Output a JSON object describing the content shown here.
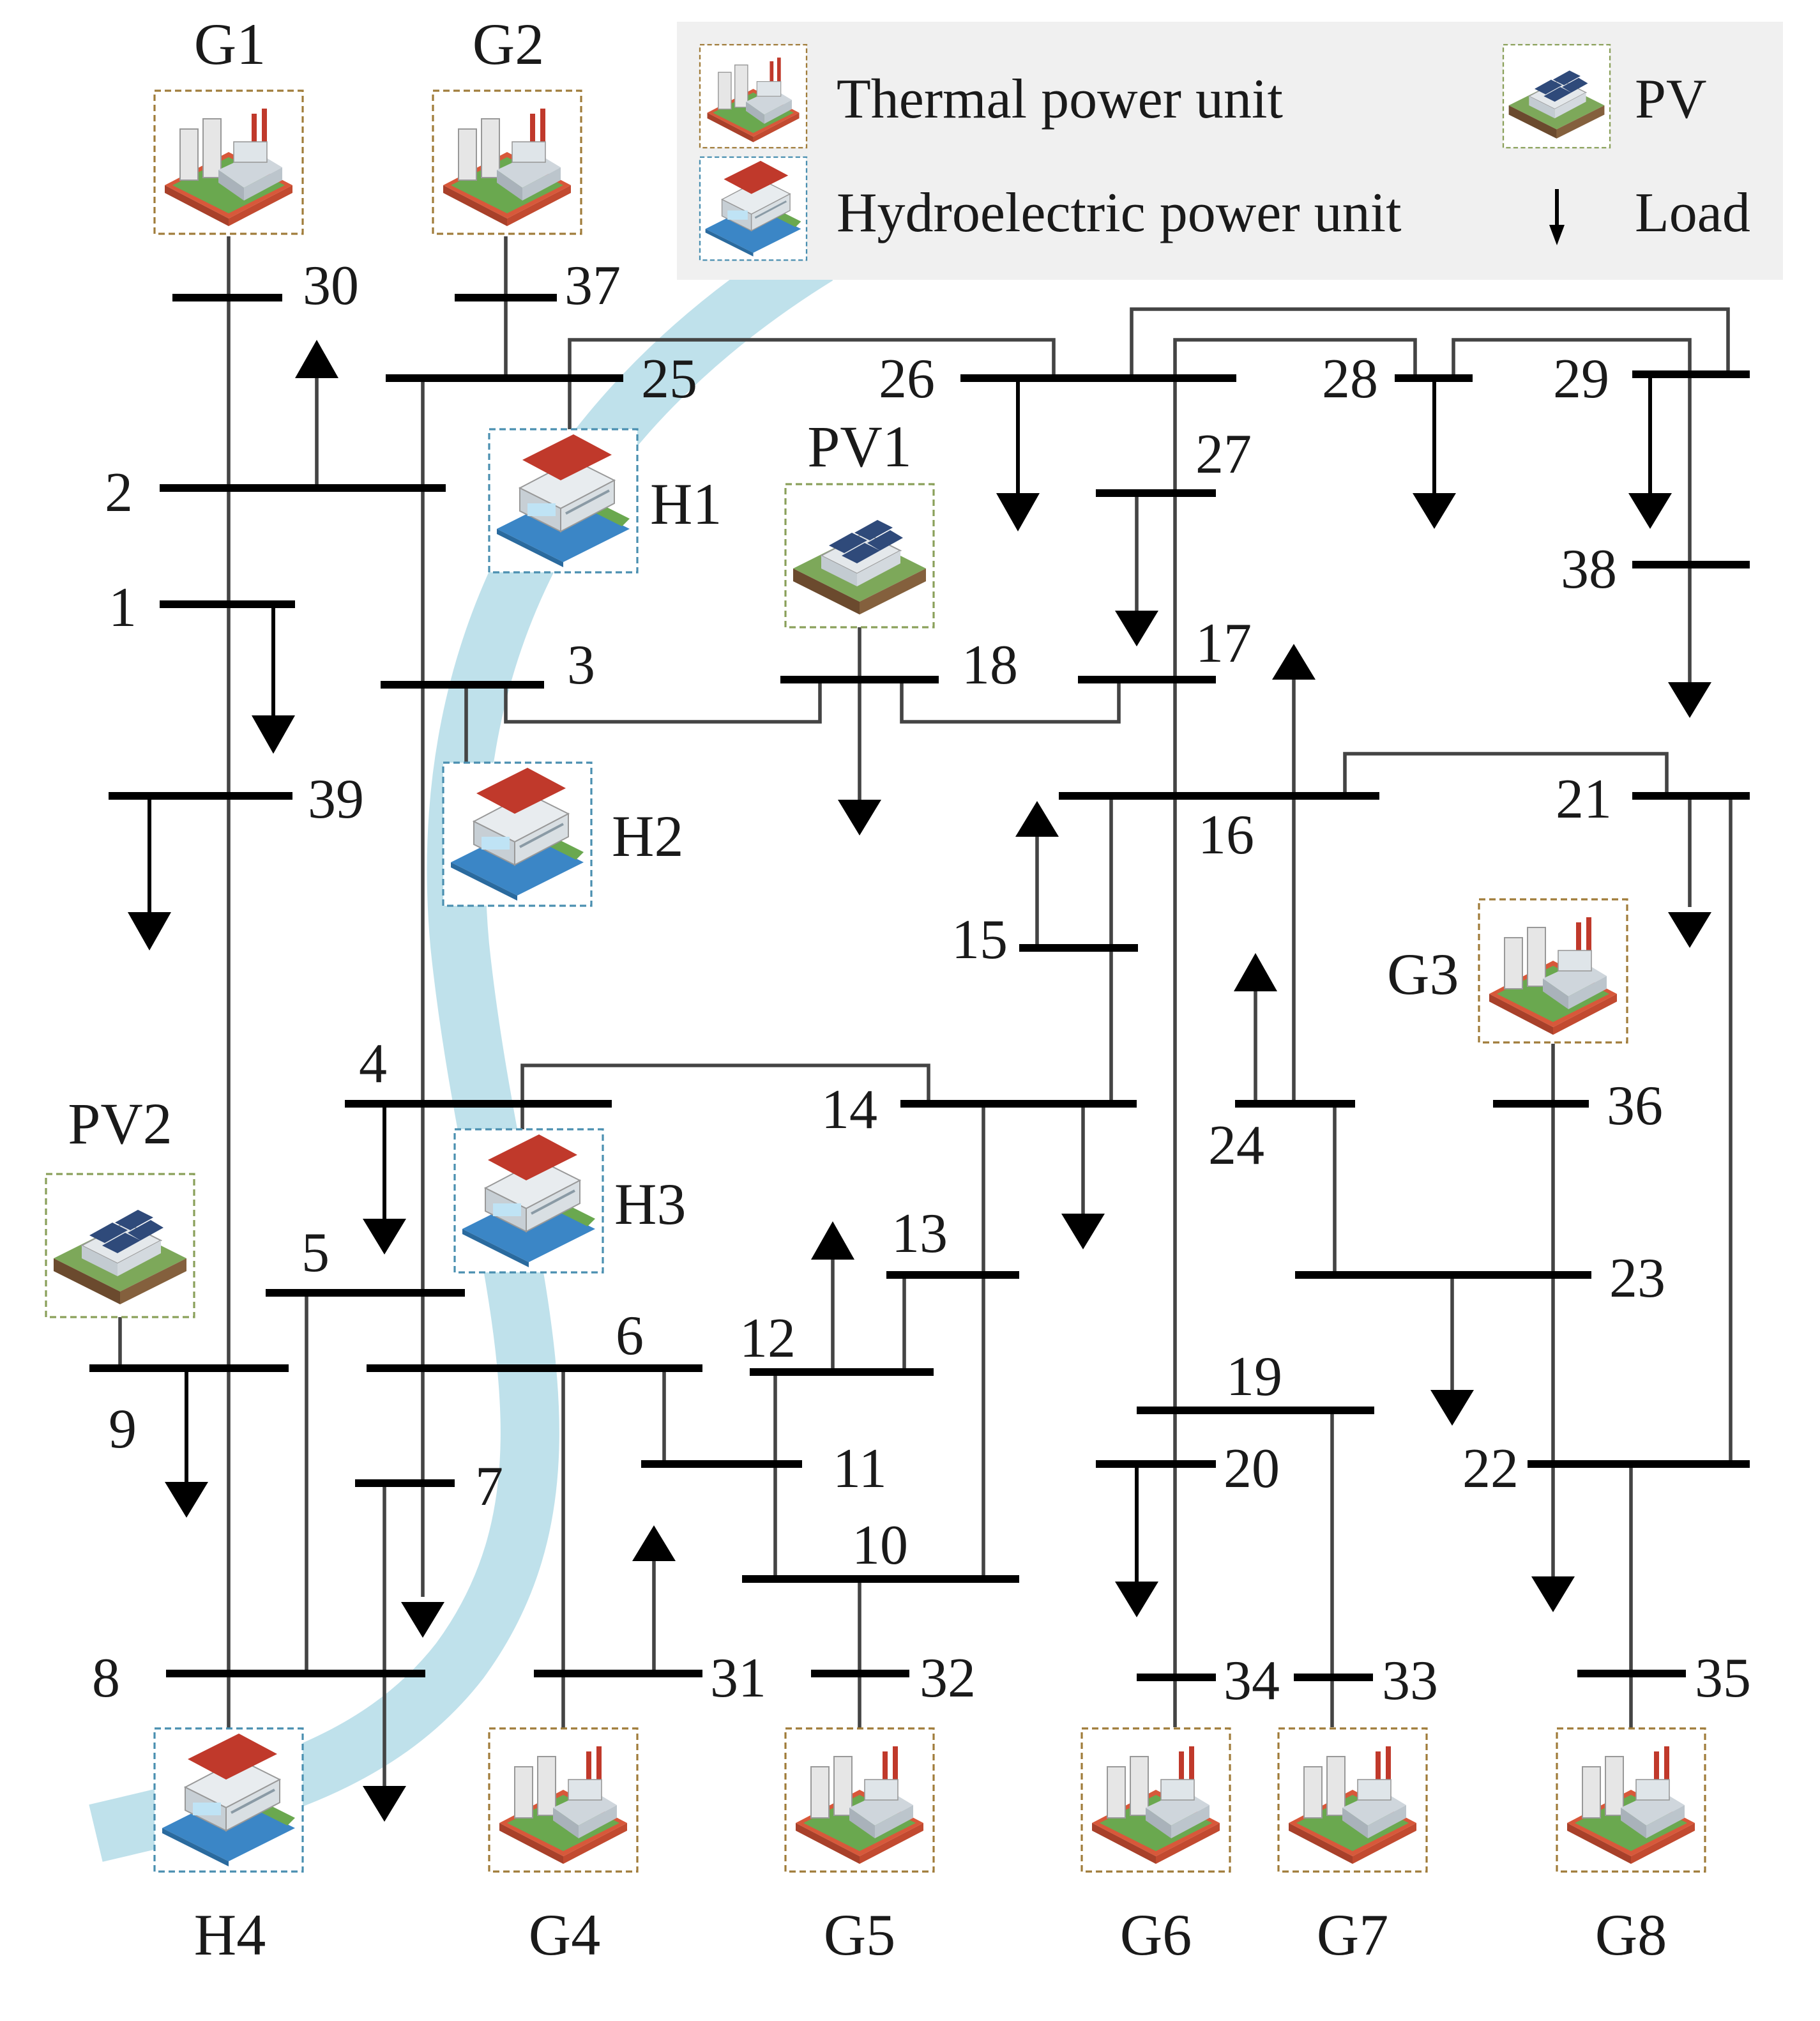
{
  "colors": {
    "river": "#7fc3d8",
    "legend_bg": "#f0f0f0",
    "thermal_box": "#a07c3a",
    "hydro_box": "#4a8fb0",
    "pv_box": "#8aa05a"
  },
  "legend": {
    "thermal_label": "Thermal power unit",
    "hydro_label": "Hydroelectric power unit",
    "pv_label": "PV",
    "load_label": "Load"
  },
  "units": {
    "G1": "G1",
    "G2": "G2",
    "G3": "G3",
    "G4": "G4",
    "G5": "G5",
    "G6": "G6",
    "G7": "G7",
    "G8": "G8",
    "H1": "H1",
    "H2": "H2",
    "H3": "H3",
    "H4": "H4",
    "PV1": "PV1",
    "PV2": "PV2"
  },
  "buses": {
    "b1": "1",
    "b2": "2",
    "b3": "3",
    "b4": "4",
    "b5": "5",
    "b6": "6",
    "b7": "7",
    "b8": "8",
    "b9": "9",
    "b10": "10",
    "b11": "11",
    "b12": "12",
    "b13": "13",
    "b14": "14",
    "b15": "15",
    "b16": "16",
    "b17": "17",
    "b18": "18",
    "b19": "19",
    "b20": "20",
    "b21": "21",
    "b22": "22",
    "b23": "23",
    "b24": "24",
    "b25": "25",
    "b26": "26",
    "b27": "27",
    "b28": "28",
    "b29": "29",
    "b30": "30",
    "b31": "31",
    "b32": "32",
    "b33": "33",
    "b34": "34",
    "b35": "35",
    "b36": "36",
    "b37": "37",
    "b38": "38",
    "b39": "39"
  },
  "icons": {
    "thermal": "thermal-plant-icon",
    "hydro": "hydro-plant-icon",
    "pv": "solar-plant-icon",
    "load": "load-arrow-icon"
  }
}
